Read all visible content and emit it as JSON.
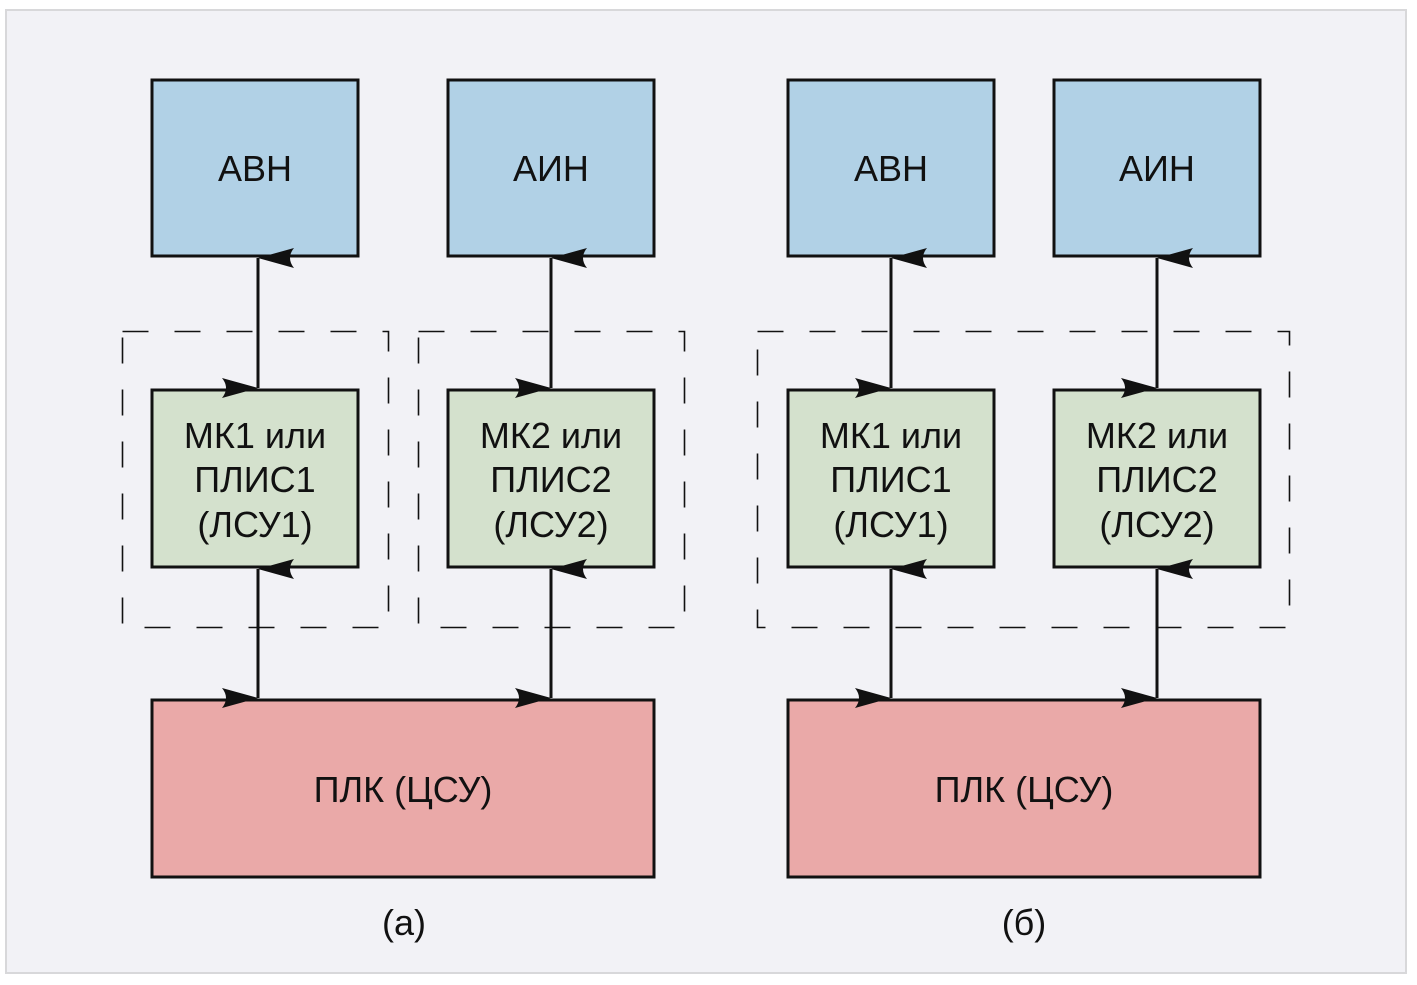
{
  "colors": {
    "background": "#f2f2f6",
    "panel_border": "#d8d8da",
    "drive_block_fill": "#b1d1e6",
    "local_controller_fill": "#d4e1cd",
    "plc_fill": "#eaa9a8",
    "stroke": "#111111"
  },
  "diagrams": [
    {
      "id": "a",
      "caption": "(а)",
      "grouping": "separate",
      "top_blocks": [
        {
          "label": "АВН"
        },
        {
          "label": "АИН"
        }
      ],
      "controllers": [
        {
          "lines": [
            "МК1 или",
            "ПЛИС1",
            "(ЛСУ1)"
          ]
        },
        {
          "lines": [
            "МК2 или",
            "ПЛИС2",
            "(ЛСУ2)"
          ]
        }
      ],
      "plc": {
        "label": "ПЛК (ЦСУ)"
      }
    },
    {
      "id": "b",
      "caption": "(б)",
      "grouping": "combined",
      "top_blocks": [
        {
          "label": "АВН"
        },
        {
          "label": "АИН"
        }
      ],
      "controllers": [
        {
          "lines": [
            "МК1 или",
            "ПЛИС1",
            "(ЛСУ1)"
          ]
        },
        {
          "lines": [
            "МК2 или",
            "ПЛИС2",
            "(ЛСУ2)"
          ]
        }
      ],
      "plc": {
        "label": "ПЛК (ЦСУ)"
      }
    }
  ]
}
